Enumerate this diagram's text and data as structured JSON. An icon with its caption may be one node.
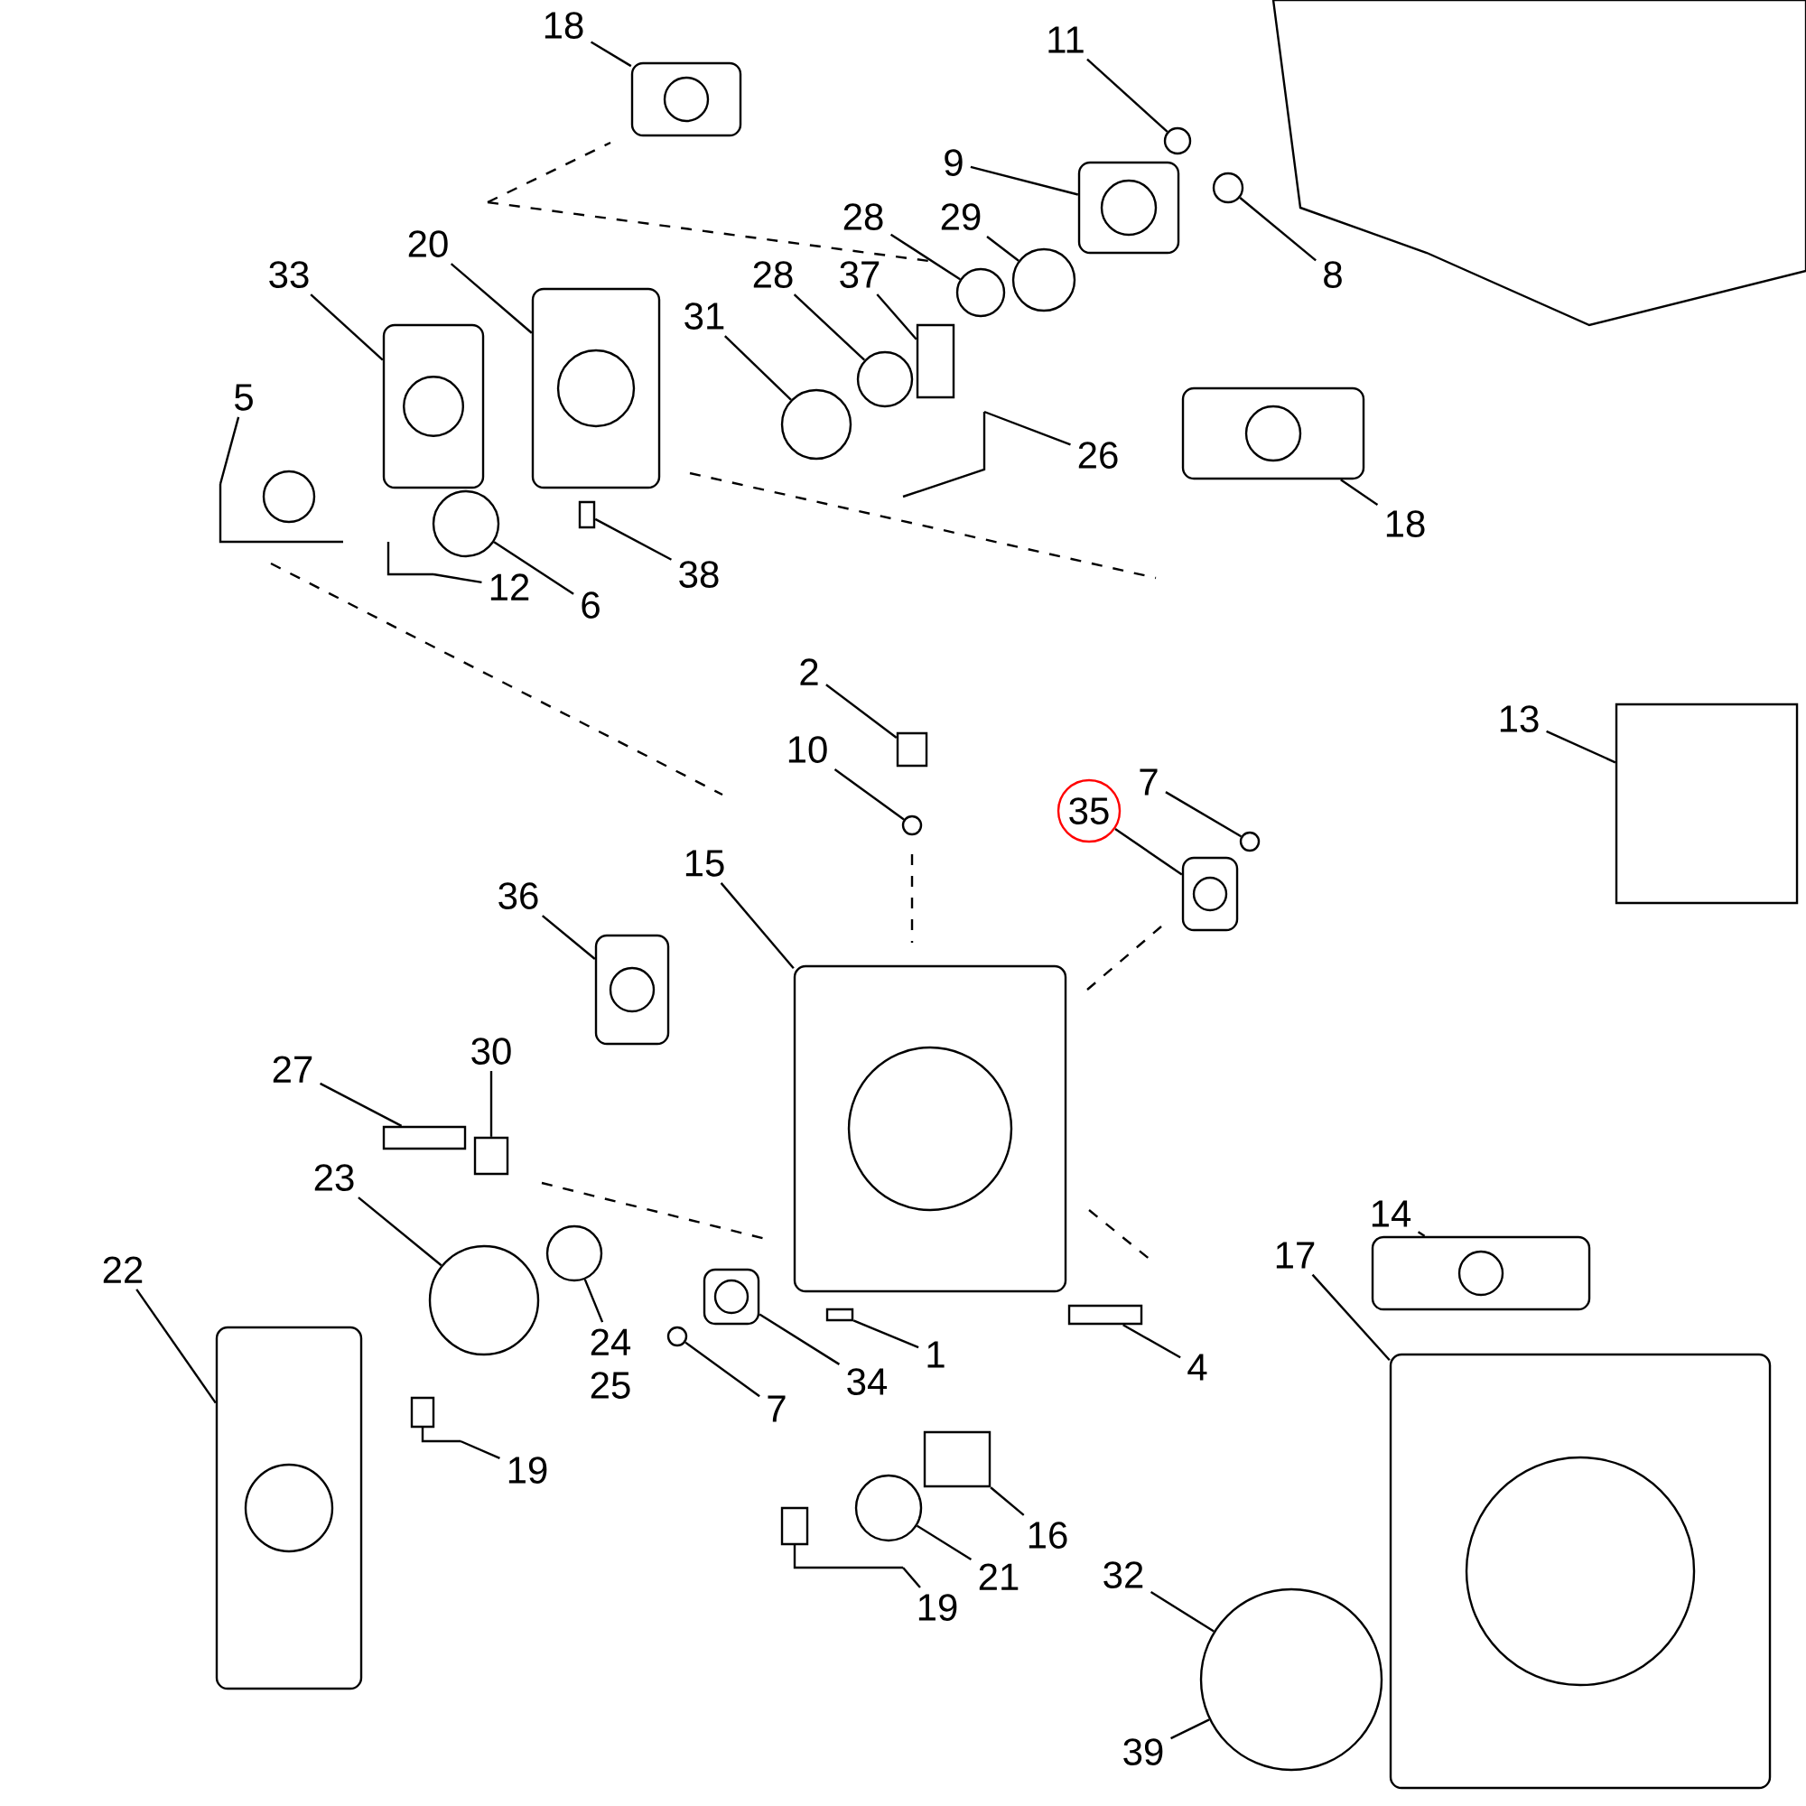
{
  "diagram": {
    "nodes": [
      {
        "text": [
          "18"
        ]
      },
      {
        "text": [],
        "shape": "picture"
      },
      {
        "text": [
          "11"
        ]
      },
      {
        "text": [],
        "shape": "circle"
      },
      {
        "text": [
          "9"
        ]
      },
      {
        "text": [],
        "shape": "picture"
      },
      {
        "text": [
          "28"
        ]
      },
      {
        "text": [],
        "shape": "circle"
      },
      {
        "text": [
          "29"
        ]
      },
      {
        "text": [],
        "shape": "circle"
      },
      {
        "text": [
          "8"
        ]
      },
      {
        "text": [],
        "shape": "circle"
      },
      {
        "text": [
          "33"
        ]
      },
      {
        "text": [],
        "shape": "picture"
      },
      {
        "text": [
          "20"
        ]
      },
      {
        "text": [],
        "shape": "picture"
      },
      {
        "text": [
          "28"
        ]
      },
      {
        "text": [],
        "shape": "circle"
      },
      {
        "text": [
          "37"
        ]
      },
      {
        "text": [],
        "shape": "box"
      },
      {
        "text": [
          "31"
        ]
      },
      {
        "text": [],
        "shape": "circle"
      },
      {
        "text": [
          "26"
        ]
      },
      {
        "text": [
          "18"
        ]
      },
      {
        "text": [],
        "shape": "picture"
      },
      {
        "text": [
          "5"
        ]
      },
      {
        "text": [
          "12"
        ]
      },
      {
        "text": [
          "6"
        ]
      },
      {
        "text": [],
        "shape": "circle"
      },
      {
        "text": [
          "38"
        ]
      },
      {
        "text": [],
        "shape": "box"
      },
      {
        "text": [
          "2"
        ]
      },
      {
        "text": [],
        "shape": "box"
      },
      {
        "text": [
          "10"
        ]
      },
      {
        "text": [],
        "shape": "circle"
      },
      {
        "text": [
          "13"
        ]
      },
      {
        "text": [],
        "shape": "box"
      },
      {
        "text": [
          "35"
        ]
      },
      {
        "text": [],
        "shape": "picture"
      },
      {
        "text": [
          "7"
        ]
      },
      {
        "text": [],
        "shape": "circle"
      },
      {
        "text": [
          "15"
        ]
      },
      {
        "text": [],
        "shape": "picture"
      },
      {
        "text": [
          "36"
        ]
      },
      {
        "text": [],
        "shape": "picture"
      },
      {
        "text": [
          "27"
        ]
      },
      {
        "text": [],
        "shape": "box"
      },
      {
        "text": [
          "30"
        ]
      },
      {
        "text": [],
        "shape": "box"
      },
      {
        "text": [
          "23"
        ]
      },
      {
        "text": [],
        "shape": "circle"
      },
      {
        "text": [
          "22"
        ]
      },
      {
        "text": [],
        "shape": "picture"
      },
      {
        "text": [
          "24"
        ]
      },
      {
        "text": [],
        "shape": "circle"
      },
      {
        "text": [
          "17"
        ]
      },
      {
        "text": [],
        "shape": "picture"
      },
      {
        "text": [
          "14"
        ]
      },
      {
        "text": [],
        "shape": "picture"
      },
      {
        "text": [
          "1"
        ]
      },
      {
        "text": [],
        "shape": "box"
      },
      {
        "text": [
          "34"
        ]
      },
      {
        "text": [],
        "shape": "picture"
      },
      {
        "text": [
          "4"
        ]
      },
      {
        "text": [],
        "shape": "box"
      },
      {
        "text": [
          "7"
        ]
      },
      {
        "text": [],
        "shape": "circle"
      },
      {
        "text": [
          "19"
        ]
      },
      {
        "text": [
          "16"
        ]
      },
      {
        "text": [],
        "shape": "box"
      },
      {
        "text": [
          "21"
        ]
      },
      {
        "text": [],
        "shape": "circle"
      },
      {
        "text": [
          "19"
        ]
      },
      {
        "text": [
          "32"
        ]
      },
      {
        "text": [],
        "shape": "circle"
      },
      {
        "text": [
          "39"
        ]
      }
    ],
    "edges": [
      {
        "from": 0,
        "to": 1,
        "arrow": "none"
      },
      {
        "from": 2,
        "to": 3,
        "arrow": "none"
      },
      {
        "from": 4,
        "to": 5,
        "arrow": "none"
      },
      {
        "from": 6,
        "to": 7,
        "arrow": "none"
      },
      {
        "from": 8,
        "to": 9,
        "arrow": "none"
      },
      {
        "from": 10,
        "to": 11,
        "arrow": "none"
      },
      {
        "from": 12,
        "to": 13,
        "arrow": "none"
      },
      {
        "from": 14,
        "to": 15,
        "arrow": "none"
      },
      {
        "from": 16,
        "to": 17,
        "arrow": "none"
      },
      {
        "from": 18,
        "to": 19,
        "arrow": "none"
      },
      {
        "from": 20,
        "to": 21,
        "arrow": "none"
      },
      {
        "from": 22,
        "to": null,
        "arrow": "none"
      },
      {
        "from": 23,
        "to": 24,
        "arrow": "none"
      },
      {
        "from": 25,
        "to": null,
        "arrow": "none"
      },
      {
        "from": 26,
        "to": null,
        "arrow": "none"
      },
      {
        "from": 27,
        "to": 28,
        "arrow": "none"
      },
      {
        "from": 29,
        "to": 30,
        "arrow": "none"
      },
      {
        "from": 31,
        "to": 32,
        "arrow": "none"
      },
      {
        "from": 33,
        "to": 34,
        "arrow": "none"
      },
      {
        "from": 35,
        "to": 36,
        "arrow": "none"
      },
      {
        "from": 37,
        "to": 38,
        "arrow": "none"
      },
      {
        "from": 39,
        "to": 40,
        "arrow": "none"
      },
      {
        "from": 41,
        "to": 42,
        "arrow": "none"
      },
      {
        "from": 43,
        "to": 44,
        "arrow": "none"
      },
      {
        "from": 45,
        "to": 46,
        "arrow": "none"
      },
      {
        "from": 47,
        "to": 48,
        "arrow": "none"
      },
      {
        "from": 49,
        "to": 50,
        "arrow": "none"
      },
      {
        "from": 51,
        "to": 52,
        "arrow": "none"
      },
      {
        "from": 53,
        "to": 54,
        "arrow": "none"
      },
      {
        "from": 55,
        "to": 56,
        "arrow": "none"
      },
      {
        "from": 57,
        "to": 58,
        "arrow": "none"
      },
      {
        "from": 59,
        "to": 60,
        "arrow": "none"
      },
      {
        "from": 61,
        "to": 62,
        "arrow": "none"
      },
      {
        "from": 63,
        "to": 64,
        "arrow": "none"
      },
      {
        "from": 65,
        "to": 66,
        "arrow": "none"
      },
      {
        "from": 67,
        "to": null,
        "arrow": "none"
      },
      {
        "from": 68,
        "to": 69,
        "arrow": "none"
      },
      {
        "from": 70,
        "to": 71,
        "arrow": "none"
      },
      {
        "from": 72,
        "to": null,
        "arrow": "none"
      },
      {
        "from": 73,
        "to": 74,
        "arrow": "none"
      },
      {
        "from": 75,
        "to": 74,
        "arrow": "none"
      }
    ],
    "labels": [
      "25"
    ]
  }
}
